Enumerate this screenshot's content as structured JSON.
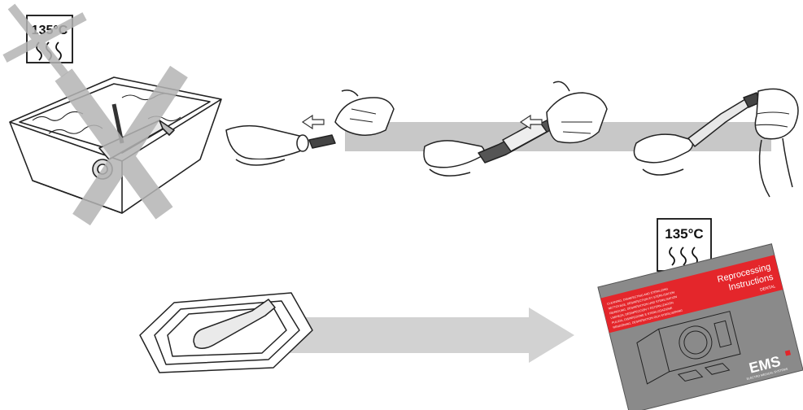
{
  "step1_no_immersion": {
    "temperature": "135°C",
    "steam_icon": "steam-icon",
    "crossed_out": true,
    "cross_color": "#b4b4b4"
  },
  "step2_cleaning": {
    "arrow_color": "#c8c8c8"
  },
  "step3_sterilization": {
    "temperature": "135°C",
    "steam_icon": "steam-icon",
    "arrow_color": "#d2d2d2",
    "manual": {
      "title_line1": "Reprocessing",
      "title_line2": "Instructions",
      "subtitle": "DENTAL",
      "languages": [
        "CLEANING, DISINFECTING AND STERILIZING",
        "NETTOYAGE, DÉSINFECTION ET STÉRILISATION",
        "REINIGUNG, DESINFEKTION UND STERILISATION",
        "LIMPIEZA, DESINFECCIÓN Y ESTERILIZACIÓN",
        "PULIZIA, DISINFEZIONE E STERILIZZAZIONE",
        "RENGÖRING, DESINFEKTION OCH STERILISERING"
      ],
      "brand": "EMS",
      "brand_tagline": "ELECTRO MEDICAL SYSTEMS",
      "red_color": "#e4262b",
      "gray_color": "#8a8a8a"
    }
  }
}
